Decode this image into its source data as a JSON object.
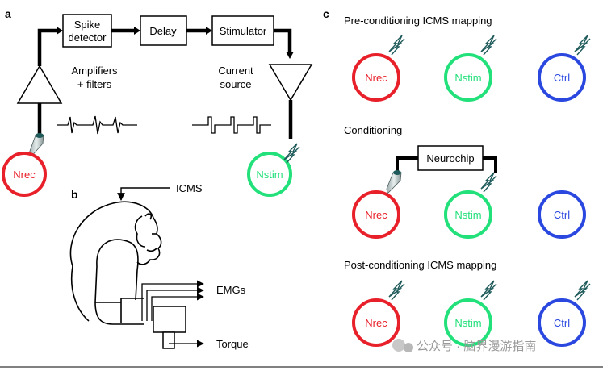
{
  "panels": {
    "a": "a",
    "b": "b",
    "c": "c"
  },
  "panel_a": {
    "spike_detector": [
      "Spike",
      "detector"
    ],
    "delay": "Delay",
    "stimulator": "Stimulator",
    "amplifiers": [
      "Amplifiers",
      "+ filters"
    ],
    "current_source": [
      "Current",
      "source"
    ],
    "nrec": "Nrec",
    "nstim": "Nstim"
  },
  "panel_b": {
    "icms": "ICMS",
    "emgs": "EMGs",
    "torque": "Torque"
  },
  "panel_c": {
    "rows": [
      {
        "title": "Pre-conditioning ICMS mapping"
      },
      {
        "title": "Conditioning",
        "device": "Neurochip"
      },
      {
        "title": "Post-conditioning ICMS mapping"
      }
    ],
    "neurons": [
      "Nrec",
      "Nstim",
      "Ctrl"
    ]
  },
  "colors": {
    "nrec": "#e8202a",
    "nstim": "#22e07a",
    "ctrl": "#2a48e0",
    "bolt": "#1f5a5a"
  },
  "watermark": "公众号 · 脑界漫游指南"
}
